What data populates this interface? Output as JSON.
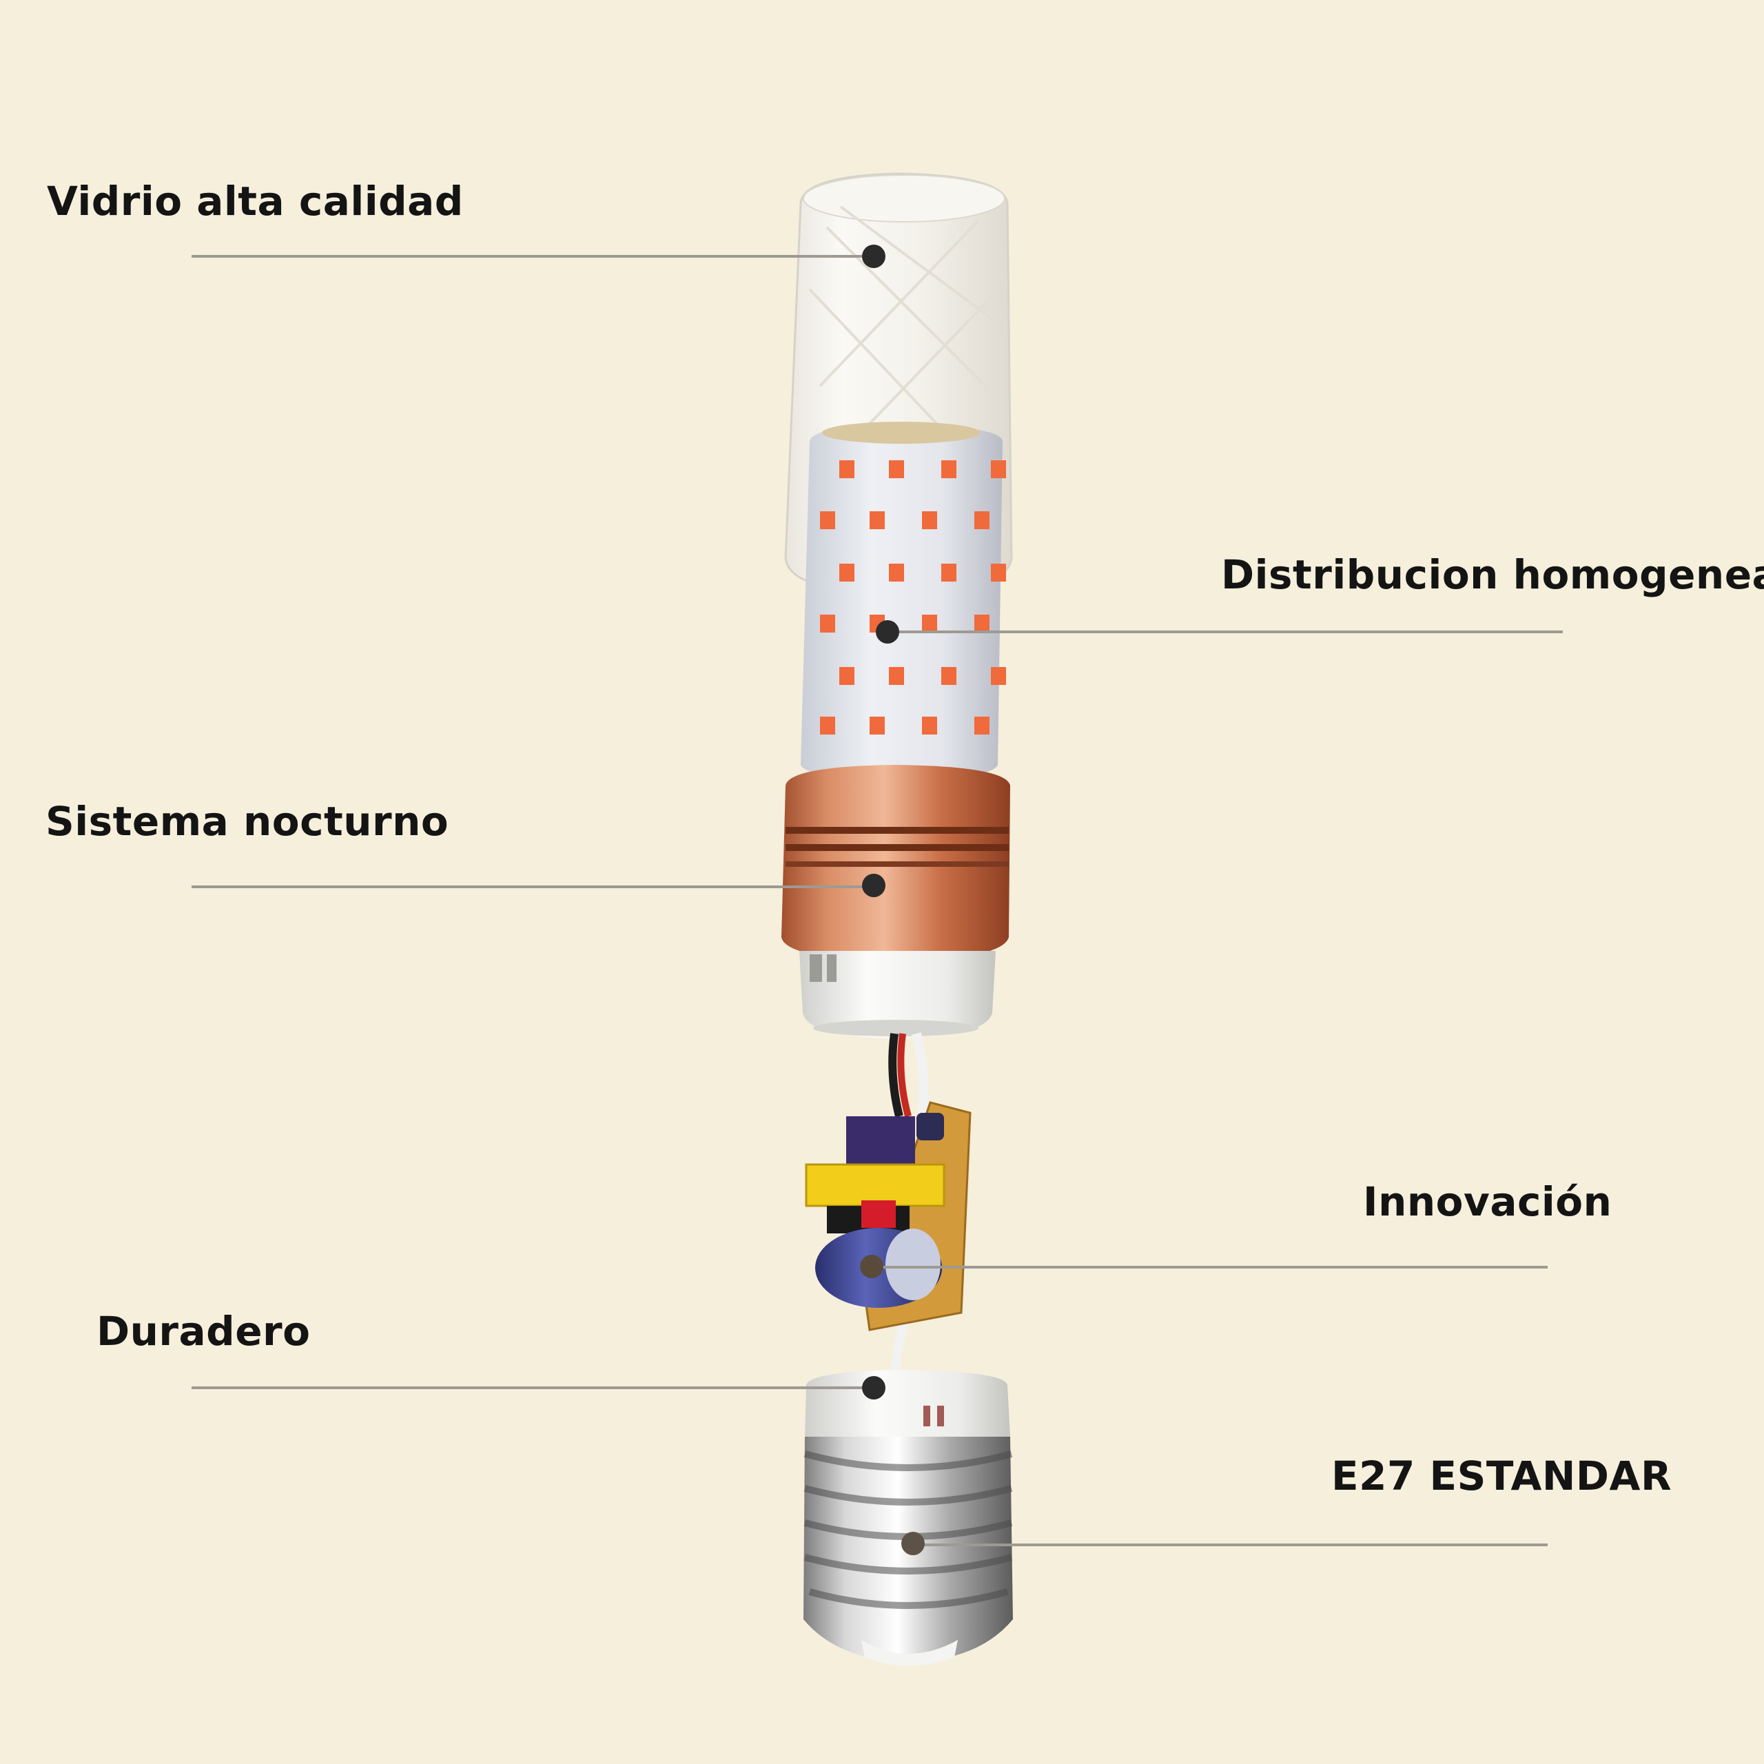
{
  "labels": {
    "glass": "Vidrio alta calidad",
    "distribution": "Distribucion homogenea",
    "night": "Sistema nocturno",
    "innovation": "Innovación",
    "durable": "Duradero",
    "socket": "E27 ESTANDAR"
  },
  "colors": {
    "background": "#f5efdc",
    "text": "#141414",
    "leader_line": "#9e9a92",
    "dot": "#2b2b2b",
    "led_chip": "#f06a3c",
    "copper_ring": "#c9754f"
  },
  "icons": {
    "bulb": "led-corn-bulb-exploded-illustration"
  }
}
